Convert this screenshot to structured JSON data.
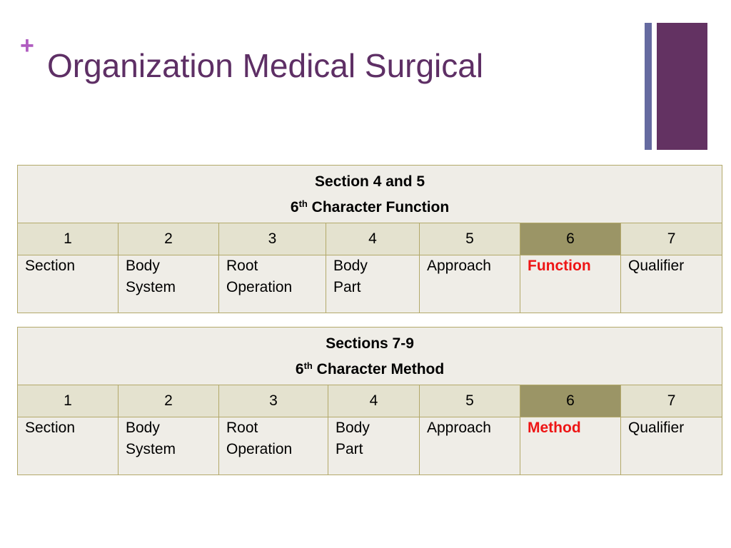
{
  "slide": {
    "plus_symbol": "+",
    "title": "Organization Medical Surgical"
  },
  "tables": [
    {
      "header_line1": "Section 4 and 5",
      "header_num": "6",
      "header_sup": "th",
      "header_rest": " Character Function",
      "positions": [
        "1",
        "2",
        "3",
        "4",
        "5",
        "6",
        "7"
      ],
      "names": [
        [
          "Section"
        ],
        [
          "Body",
          "System"
        ],
        [
          "Root",
          "Operation"
        ],
        [
          "Body",
          "Part"
        ],
        [
          "Approach"
        ],
        [
          "Function"
        ],
        [
          "Qualifier"
        ]
      ],
      "highlight_index": 5
    },
    {
      "header_line1": "Sections 7-9",
      "header_num": "6",
      "header_sup": "th",
      "header_rest": " Character Method",
      "positions": [
        "1",
        "2",
        "3",
        "4",
        "5",
        "6",
        "7"
      ],
      "names": [
        [
          "Section"
        ],
        [
          "Body",
          "System"
        ],
        [
          "Root",
          "Operation"
        ],
        [
          "Body",
          "Part"
        ],
        [
          "Approach"
        ],
        [
          "Method"
        ],
        [
          "Qualifier"
        ]
      ],
      "highlight_index": 5
    }
  ],
  "colors": {
    "title": "#5e2f65",
    "plus": "#b05cc0",
    "accent_bar_dark": "#633262",
    "accent_bar_light": "#656aa0",
    "highlight_cell": "#9b9566",
    "highlight_text": "#ee1515"
  }
}
